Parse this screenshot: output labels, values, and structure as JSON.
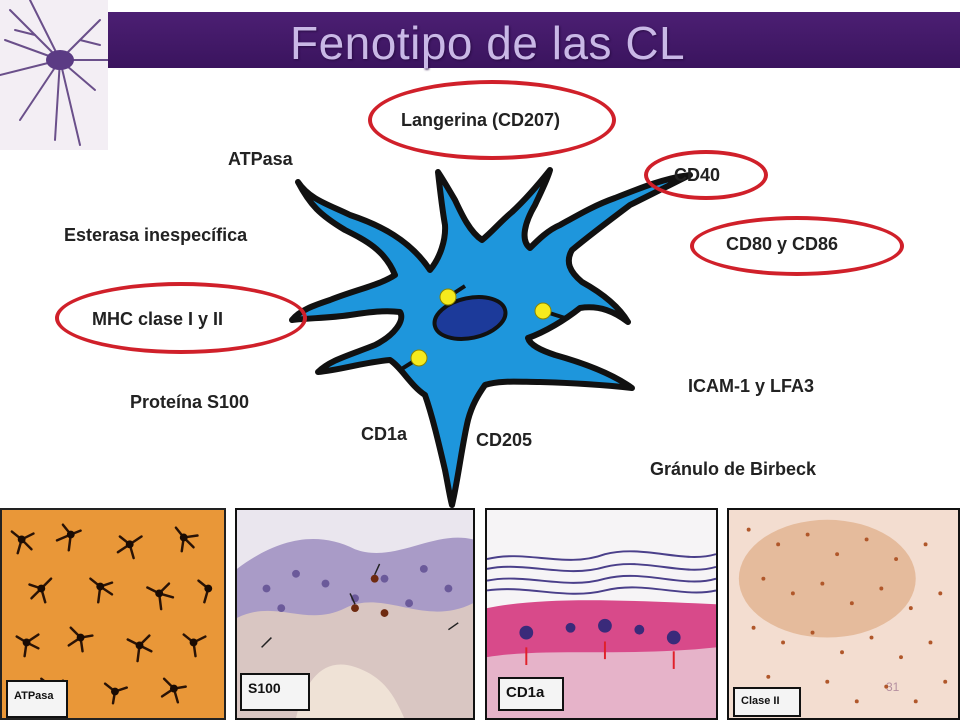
{
  "title": "Fenotipo de las CL",
  "markers": {
    "langerina": "Langerina (CD207)",
    "atpasa": "ATPasa",
    "cd40": "CD40",
    "esterasa": "Esterasa inespecífica",
    "cd80": "CD80 y CD86",
    "mhc": "MHC clase I y II",
    "icam": "ICAM-1 y LFA3",
    "s100": "Proteína S100",
    "cd1a": "CD1a",
    "cd205": "CD205",
    "birbeck": "Gránulo de Birbeck"
  },
  "panels": [
    {
      "label": "ATPasa"
    },
    {
      "label": "S100"
    },
    {
      "label": "CD1a"
    },
    {
      "label": "Clase II"
    }
  ],
  "slide_number": "31",
  "colors": {
    "title_bar": "#3f1766",
    "cell_body": "#1e96dc",
    "nucleus": "#1c3a9a",
    "highlight_ring": "#d0202a",
    "granule": "#f5ea1e"
  }
}
